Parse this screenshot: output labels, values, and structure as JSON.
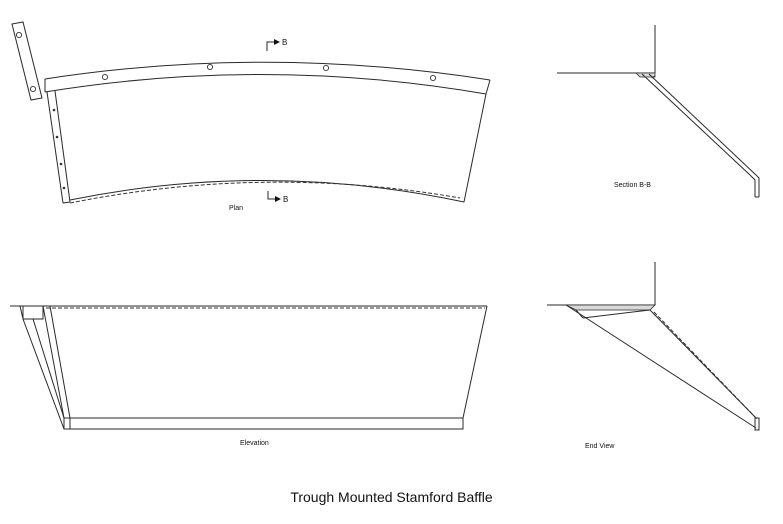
{
  "drawing": {
    "title": "Trough Mounted Stamford Baffle",
    "views": {
      "plan": "Plan",
      "section": "Section B-B",
      "elevation": "Elevation",
      "end_view": "End View"
    },
    "section_marker_top": "B",
    "section_marker_bottom": "B"
  }
}
